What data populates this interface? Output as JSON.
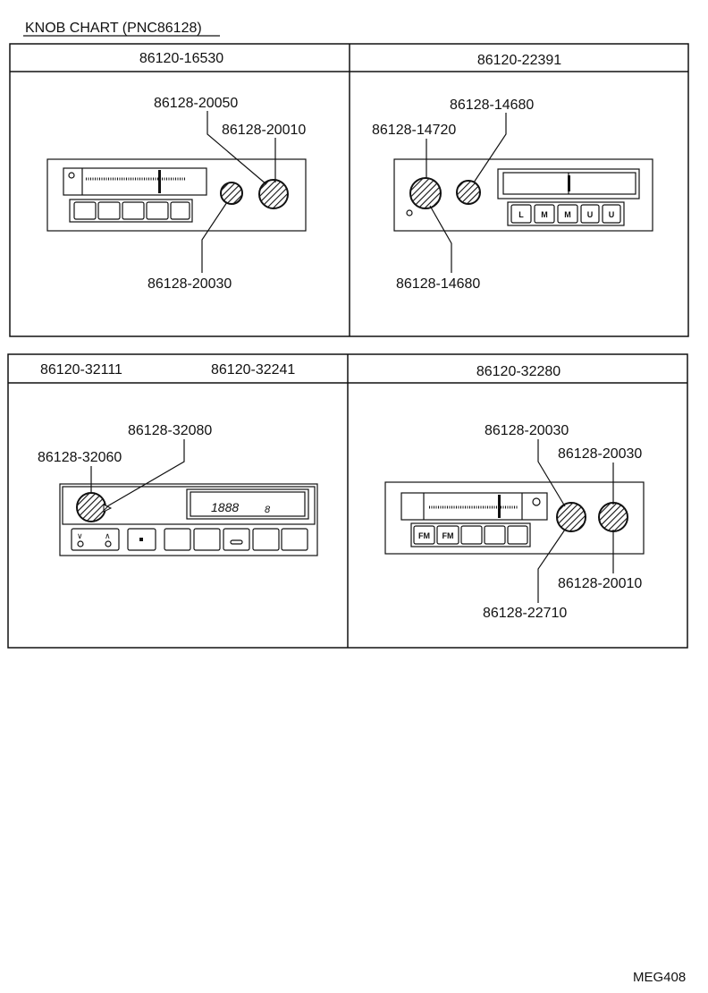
{
  "title": "KNOB  CHART (PNC86128)",
  "footer_code": "MEG408",
  "panels": [
    {
      "headers": [
        "86120-16530"
      ],
      "parts": [
        "86128-20050",
        "86128-20010",
        "86128-20030"
      ]
    },
    {
      "headers": [
        "86120-22391"
      ],
      "parts": [
        "86128-14680",
        "86128-14720",
        "86128-14680"
      ],
      "button_labels": [
        "L",
        "M",
        "M",
        "U",
        "U"
      ]
    },
    {
      "headers": [
        "86120-32111",
        "86120-32241"
      ],
      "parts": [
        "86128-32080",
        "86128-32060"
      ],
      "display_text": "1888",
      "display_sub": "8"
    },
    {
      "headers": [
        "86120-32280"
      ],
      "parts": [
        "86128-20030",
        "86128-20030",
        "86128-20010",
        "86128-22710"
      ],
      "button_labels": [
        "FM",
        "FM"
      ]
    }
  ]
}
